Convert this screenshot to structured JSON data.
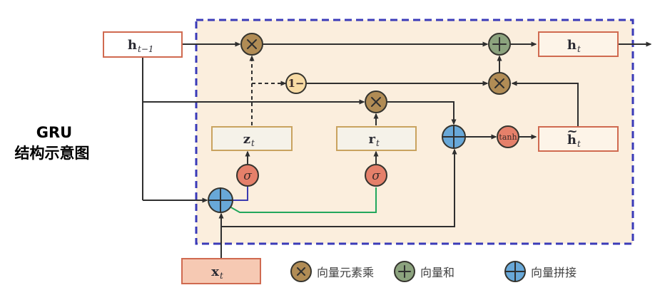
{
  "title": {
    "line1": "GRU",
    "line2": "结构示意图"
  },
  "nodes": {
    "h_prev": {
      "main": "h",
      "sub": "t−1"
    },
    "h_t": {
      "main": "h",
      "sub": "t"
    },
    "h_tilde": {
      "main": "h",
      "tilde": "~",
      "sub": "t"
    },
    "z_t": {
      "main": "z",
      "sub": "t"
    },
    "r_t": {
      "main": "r",
      "sub": "t"
    },
    "x_t": {
      "main": "x",
      "sub": "t"
    }
  },
  "ops": {
    "sigma_z": "σ",
    "sigma_r": "σ",
    "tanh": "tanh",
    "one_minus": "1−"
  },
  "legend": [
    {
      "icon": "multiply-icon",
      "label": "向量元素乘"
    },
    {
      "icon": "add-icon",
      "label": "向量和"
    },
    {
      "icon": "concat-icon",
      "label": "向量拼接"
    }
  ],
  "colors": {
    "multiply": "#b18c55",
    "add": "#8ca37e",
    "concat": "#68a8d8",
    "sigma": "#e5806a",
    "one_minus_fill": "#f8dba4",
    "cell_bg": "#fbeedd",
    "cell_border": "#3a3ab8",
    "box_border": "#d06a50",
    "white_box_fill": "#ffffff",
    "gate_box_fill": "#f5f2e9",
    "gate_box_border": "#c9a35f",
    "x_box_fill": "#f6c9b3",
    "h_box_fill": "#fdf4e8",
    "line": "#2f2f2f",
    "blue_wire": "#3b3bb0",
    "green_wire": "#22a75c"
  }
}
